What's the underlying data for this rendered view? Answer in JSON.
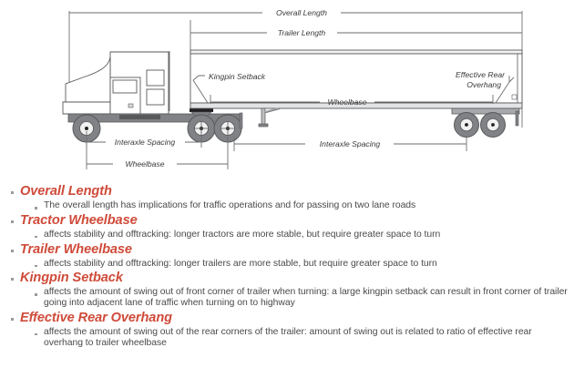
{
  "diagram": {
    "title_alt": "Truck dimension diagram",
    "dimensions": {
      "overall_length": "Overall Length",
      "trailer_length": "Trailer Length",
      "kingpin_setback": "Kingpin Setback",
      "effective_rear_overhang_line1": "Effective Rear",
      "effective_rear_overhang_line2": "Overhang",
      "trailer_wheelbase": "Wheelbase",
      "tractor_interaxle_spacing": "Interaxle Spacing",
      "tractor_wheelbase": "Wheelbase",
      "trailer_interaxle_spacing": "Interaxle Spacing"
    },
    "colors": {
      "line": "#58595b",
      "body_fill": "#ffffff",
      "chassis_fill": "#808285",
      "tire_fill": "#808285",
      "deck_fill": "#c9cacb"
    }
  },
  "content": {
    "accent_color": "#cf4b3a",
    "items": [
      {
        "heading": "Overall Length",
        "detail": "The overall length has implications for traffic operations and for passing on two lane roads"
      },
      {
        "heading": "Tractor Wheelbase",
        "detail": "affects stability and offtracking: longer tractors are more stable, but require greater space to turn"
      },
      {
        "heading": "Trailer Wheelbase",
        "detail": "affects stability and offtracking: longer trailers are more stable, but require greater space to turn"
      },
      {
        "heading": "Kingpin Setback",
        "detail": "affects the amount of swing out of front corner of trailer when turning: a large kingpin setback can result in front corner of trailer going into adjacent lane of traffic when turning on to highway"
      },
      {
        "heading": "Effective Rear Overhang",
        "detail": "affects the amount of swing out of the rear corners of the trailer: amount of swing out is related to ratio of effective rear overhang to trailer wheelbase"
      }
    ]
  }
}
